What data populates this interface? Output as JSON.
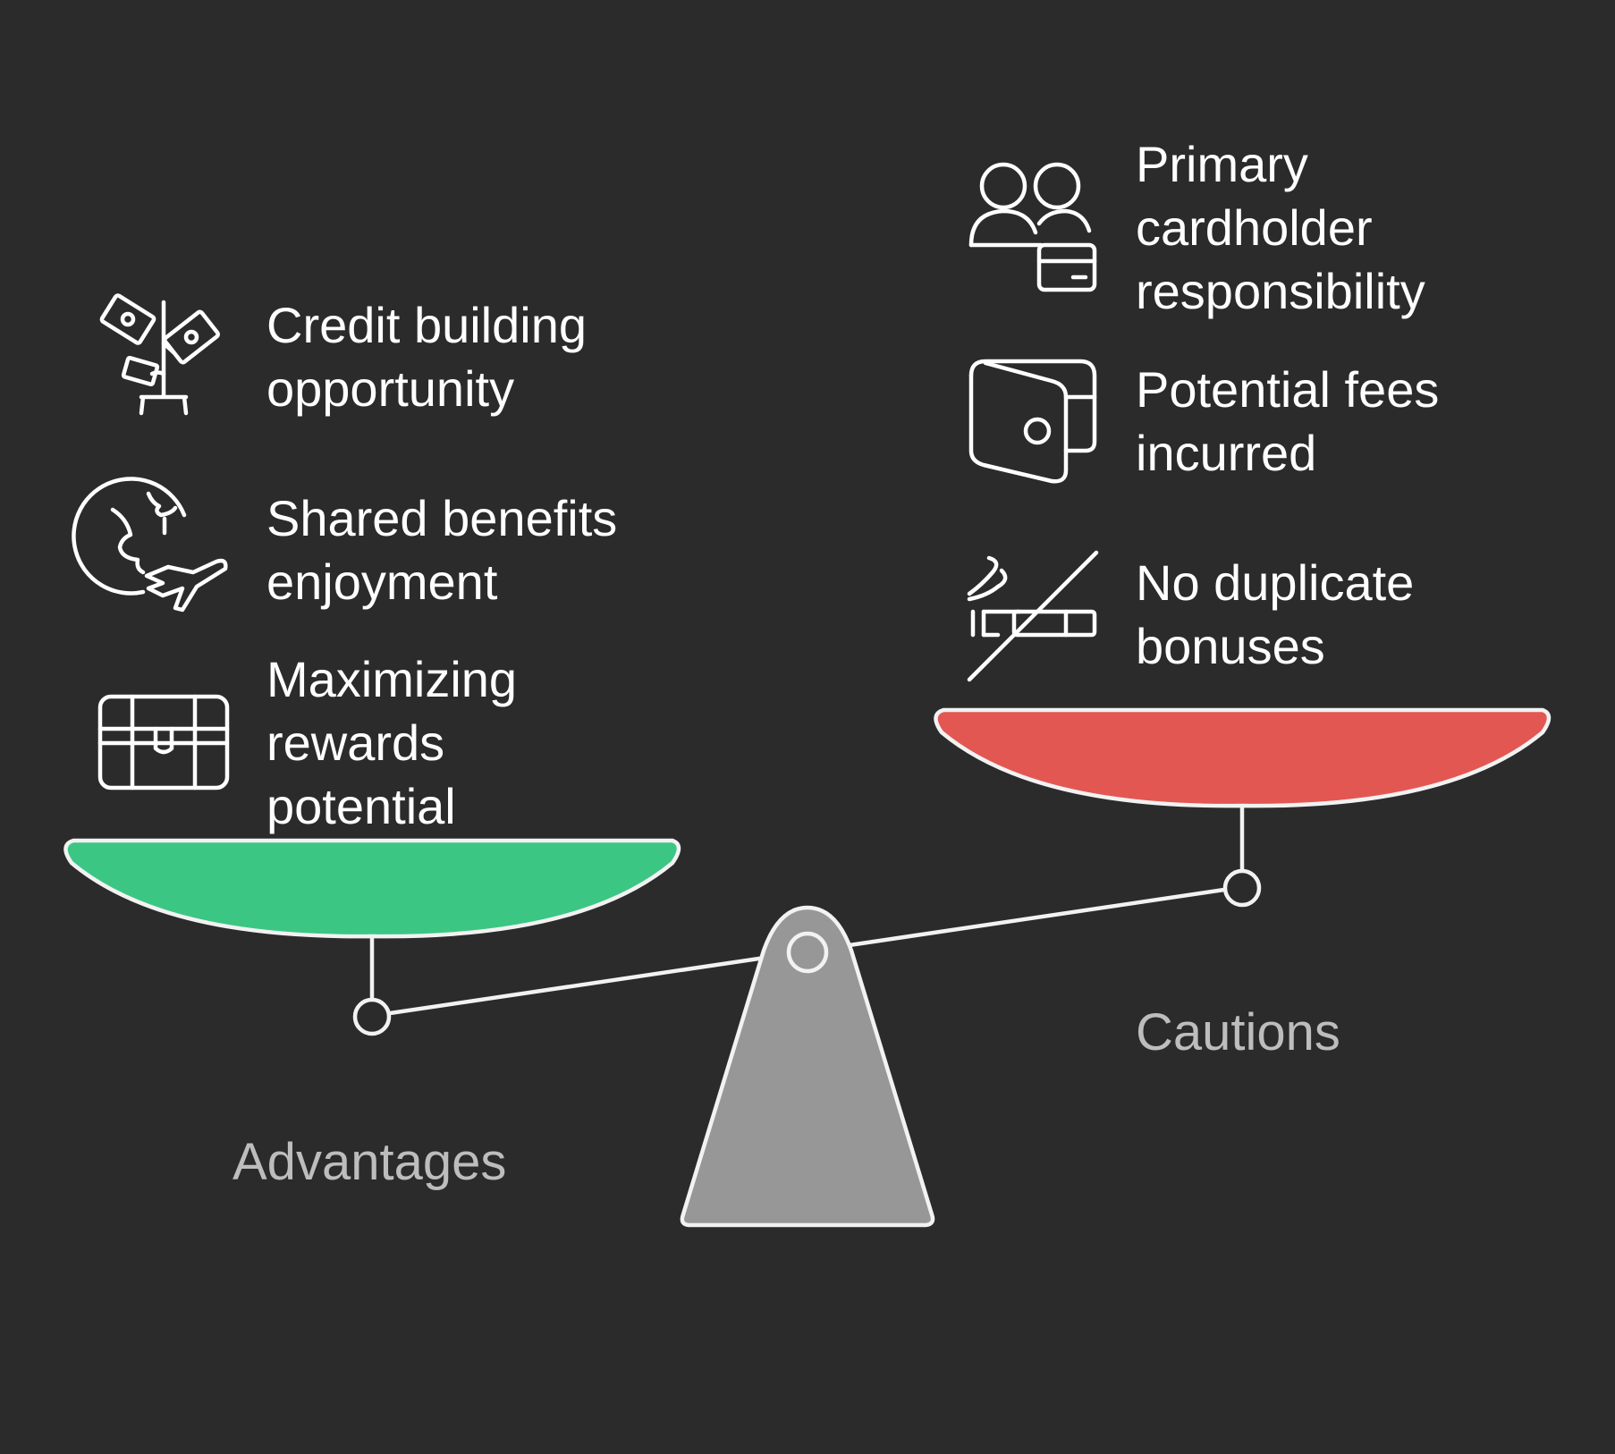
{
  "colors": {
    "background": "#2b2b2b",
    "advantages_pan": "#3cc684",
    "cautions_pan": "#e35753",
    "fulcrum": "#979797",
    "outline": "#f2f2f2",
    "label": "#bdbdbd"
  },
  "advantages": {
    "label": "Advantages",
    "items": [
      {
        "icon": "money-plant-icon",
        "lines": [
          "Credit building",
          "opportunity"
        ]
      },
      {
        "icon": "globe-plane-icon",
        "lines": [
          "Shared benefits",
          "enjoyment"
        ]
      },
      {
        "icon": "treasure-chest-icon",
        "lines": [
          "Maximizing",
          "rewards",
          "potential"
        ]
      }
    ]
  },
  "cautions": {
    "label": "Cautions",
    "items": [
      {
        "icon": "users-card-icon",
        "lines": [
          "Primary",
          "cardholder",
          "responsibility"
        ]
      },
      {
        "icon": "wallet-icon",
        "lines": [
          "Potential fees",
          "incurred"
        ]
      },
      {
        "icon": "no-smoking-icon",
        "lines": [
          "No duplicate",
          "bonuses"
        ]
      }
    ]
  }
}
